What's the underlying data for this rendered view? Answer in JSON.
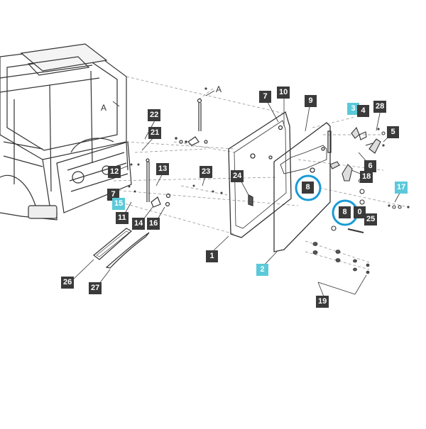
{
  "diagram": {
    "view_labels": [
      "A",
      "A"
    ],
    "callouts": [
      {
        "label": "1",
        "style": "dark"
      },
      {
        "label": "2",
        "style": "cyan"
      },
      {
        "label": "3",
        "style": "cyan"
      },
      {
        "label": "4",
        "style": "dark"
      },
      {
        "label": "5",
        "style": "dark"
      },
      {
        "label": "6",
        "style": "dark"
      },
      {
        "label": "7",
        "style": "dark"
      },
      {
        "label": "7",
        "style": "dark"
      },
      {
        "label": "8",
        "style": "dark",
        "highlighted": true
      },
      {
        "label": "8",
        "style": "dark",
        "highlighted": true
      },
      {
        "label": "9",
        "style": "dark"
      },
      {
        "label": "0",
        "style": "dark"
      },
      {
        "label": "10",
        "style": "dark"
      },
      {
        "label": "11",
        "style": "dark"
      },
      {
        "label": "12",
        "style": "dark"
      },
      {
        "label": "13",
        "style": "dark"
      },
      {
        "label": "14",
        "style": "dark"
      },
      {
        "label": "15",
        "style": "cyan"
      },
      {
        "label": "16",
        "style": "dark"
      },
      {
        "label": "17",
        "style": "cyan"
      },
      {
        "label": "18",
        "style": "dark"
      },
      {
        "label": "19",
        "style": "dark"
      },
      {
        "label": "21",
        "style": "dark"
      },
      {
        "label": "22",
        "style": "dark"
      },
      {
        "label": "23",
        "style": "dark"
      },
      {
        "label": "24",
        "style": "dark"
      },
      {
        "label": "25",
        "style": "dark"
      },
      {
        "label": "26",
        "style": "dark"
      },
      {
        "label": "27",
        "style": "dark"
      },
      {
        "label": "28",
        "style": "dark"
      }
    ],
    "colors": {
      "callout_dark": "#3a3a3a",
      "callout_cyan": "#5bc9d9",
      "highlight_ring": "#1a9ad6",
      "line": "#333333",
      "leader_dash": "#777777"
    }
  }
}
